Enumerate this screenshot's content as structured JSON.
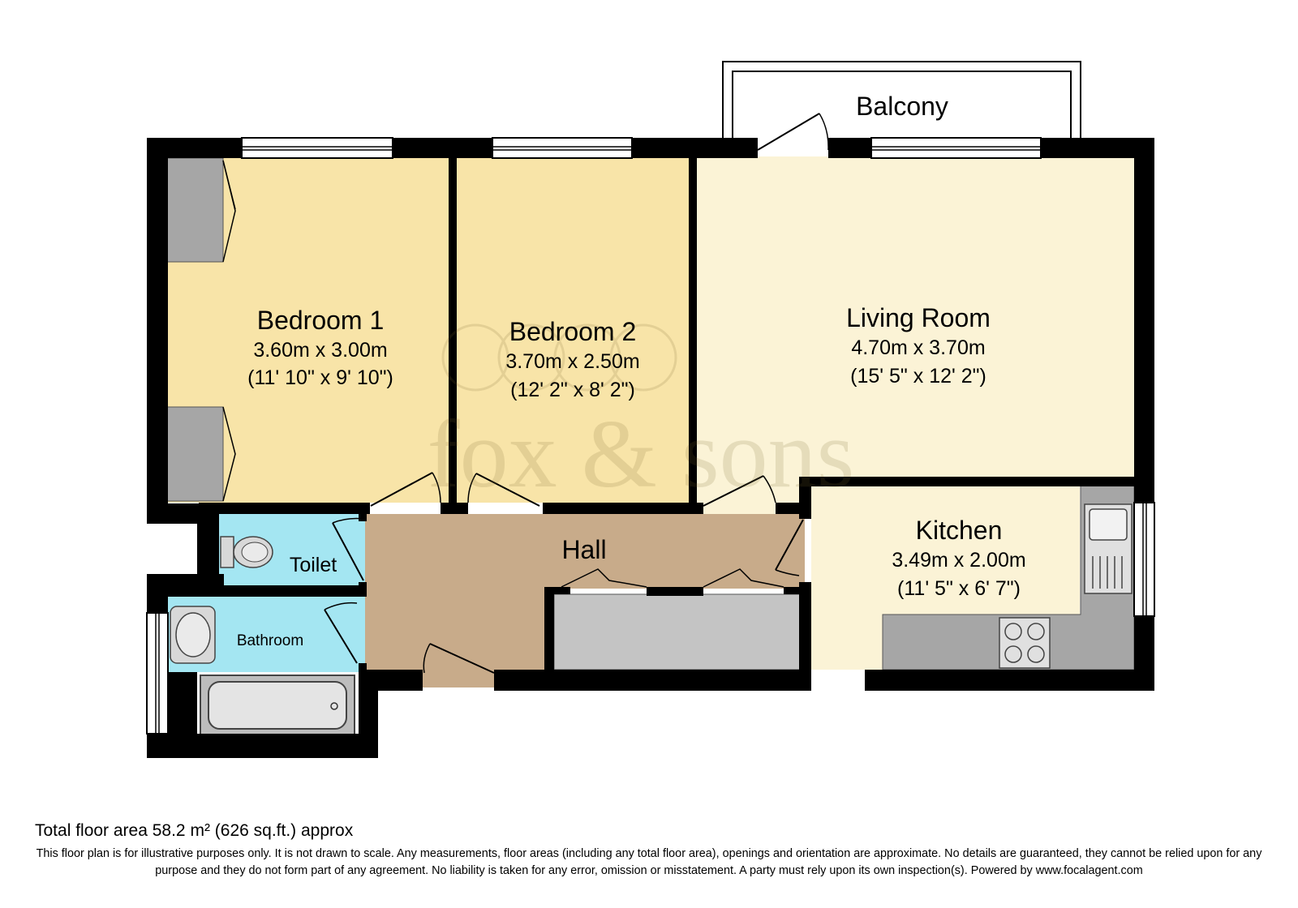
{
  "rooms": {
    "balcony": {
      "name": "Balcony"
    },
    "bedroom1": {
      "name": "Bedroom 1",
      "metric": "3.60m x 3.00m",
      "imperial": "(11' 10\" x 9' 10\")"
    },
    "bedroom2": {
      "name": "Bedroom 2",
      "metric": "3.70m x 2.50m",
      "imperial": "(12' 2\" x 8' 2\")"
    },
    "living": {
      "name": "Living Room",
      "metric": "4.70m x 3.70m",
      "imperial": "(15' 5\" x 12' 2\")"
    },
    "kitchen": {
      "name": "Kitchen",
      "metric": "3.49m x 2.00m",
      "imperial": "(11' 5\" x 6' 7\")"
    },
    "hall": {
      "name": "Hall"
    },
    "toilet": {
      "name": "Toilet"
    },
    "bathroom": {
      "name": "Bathroom"
    }
  },
  "watermark": {
    "text": "fox & sons"
  },
  "footer": {
    "total_area": "Total floor area 58.2 m² (626 sq.ft.) approx",
    "disclaimer": "This floor plan is for illustrative purposes only. It is not drawn to scale. Any measurements, floor areas (including any total floor area), openings and orientation are approximate. No details are guaranteed, they cannot be relied upon for any purpose and they do not form part of any agreement. No liability is taken for any error, omission or misstatement. A party must rely upon its own inspection(s). Powered by www.focalagent.com"
  },
  "colors": {
    "bedroom": "#f8e4a8",
    "living": "#fbf3d6",
    "kitchen": "#fbf3d6",
    "hall": "#c8ab8a",
    "wet_room": "#a4e6f2",
    "fitted": "#a6a6a6",
    "wall": "#000000"
  }
}
